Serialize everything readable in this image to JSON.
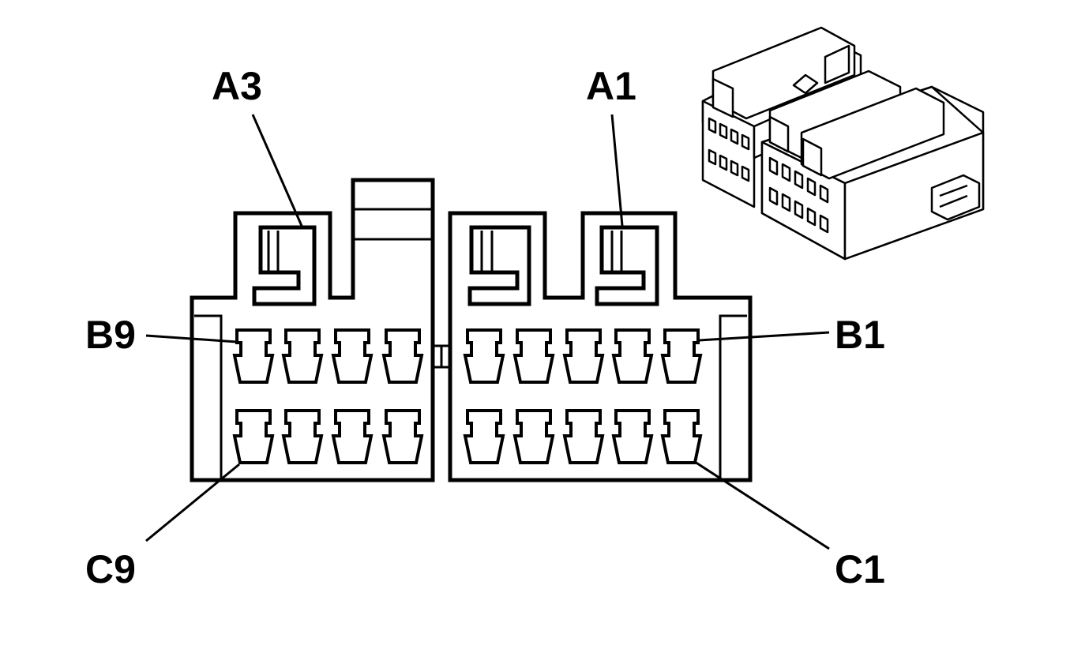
{
  "labels": {
    "a3": "A3",
    "a1": "A1",
    "b9": "B9",
    "b1": "B1",
    "c9": "C9",
    "c1": "C1"
  },
  "colors": {
    "line": "#000000",
    "background": "#ffffff"
  }
}
